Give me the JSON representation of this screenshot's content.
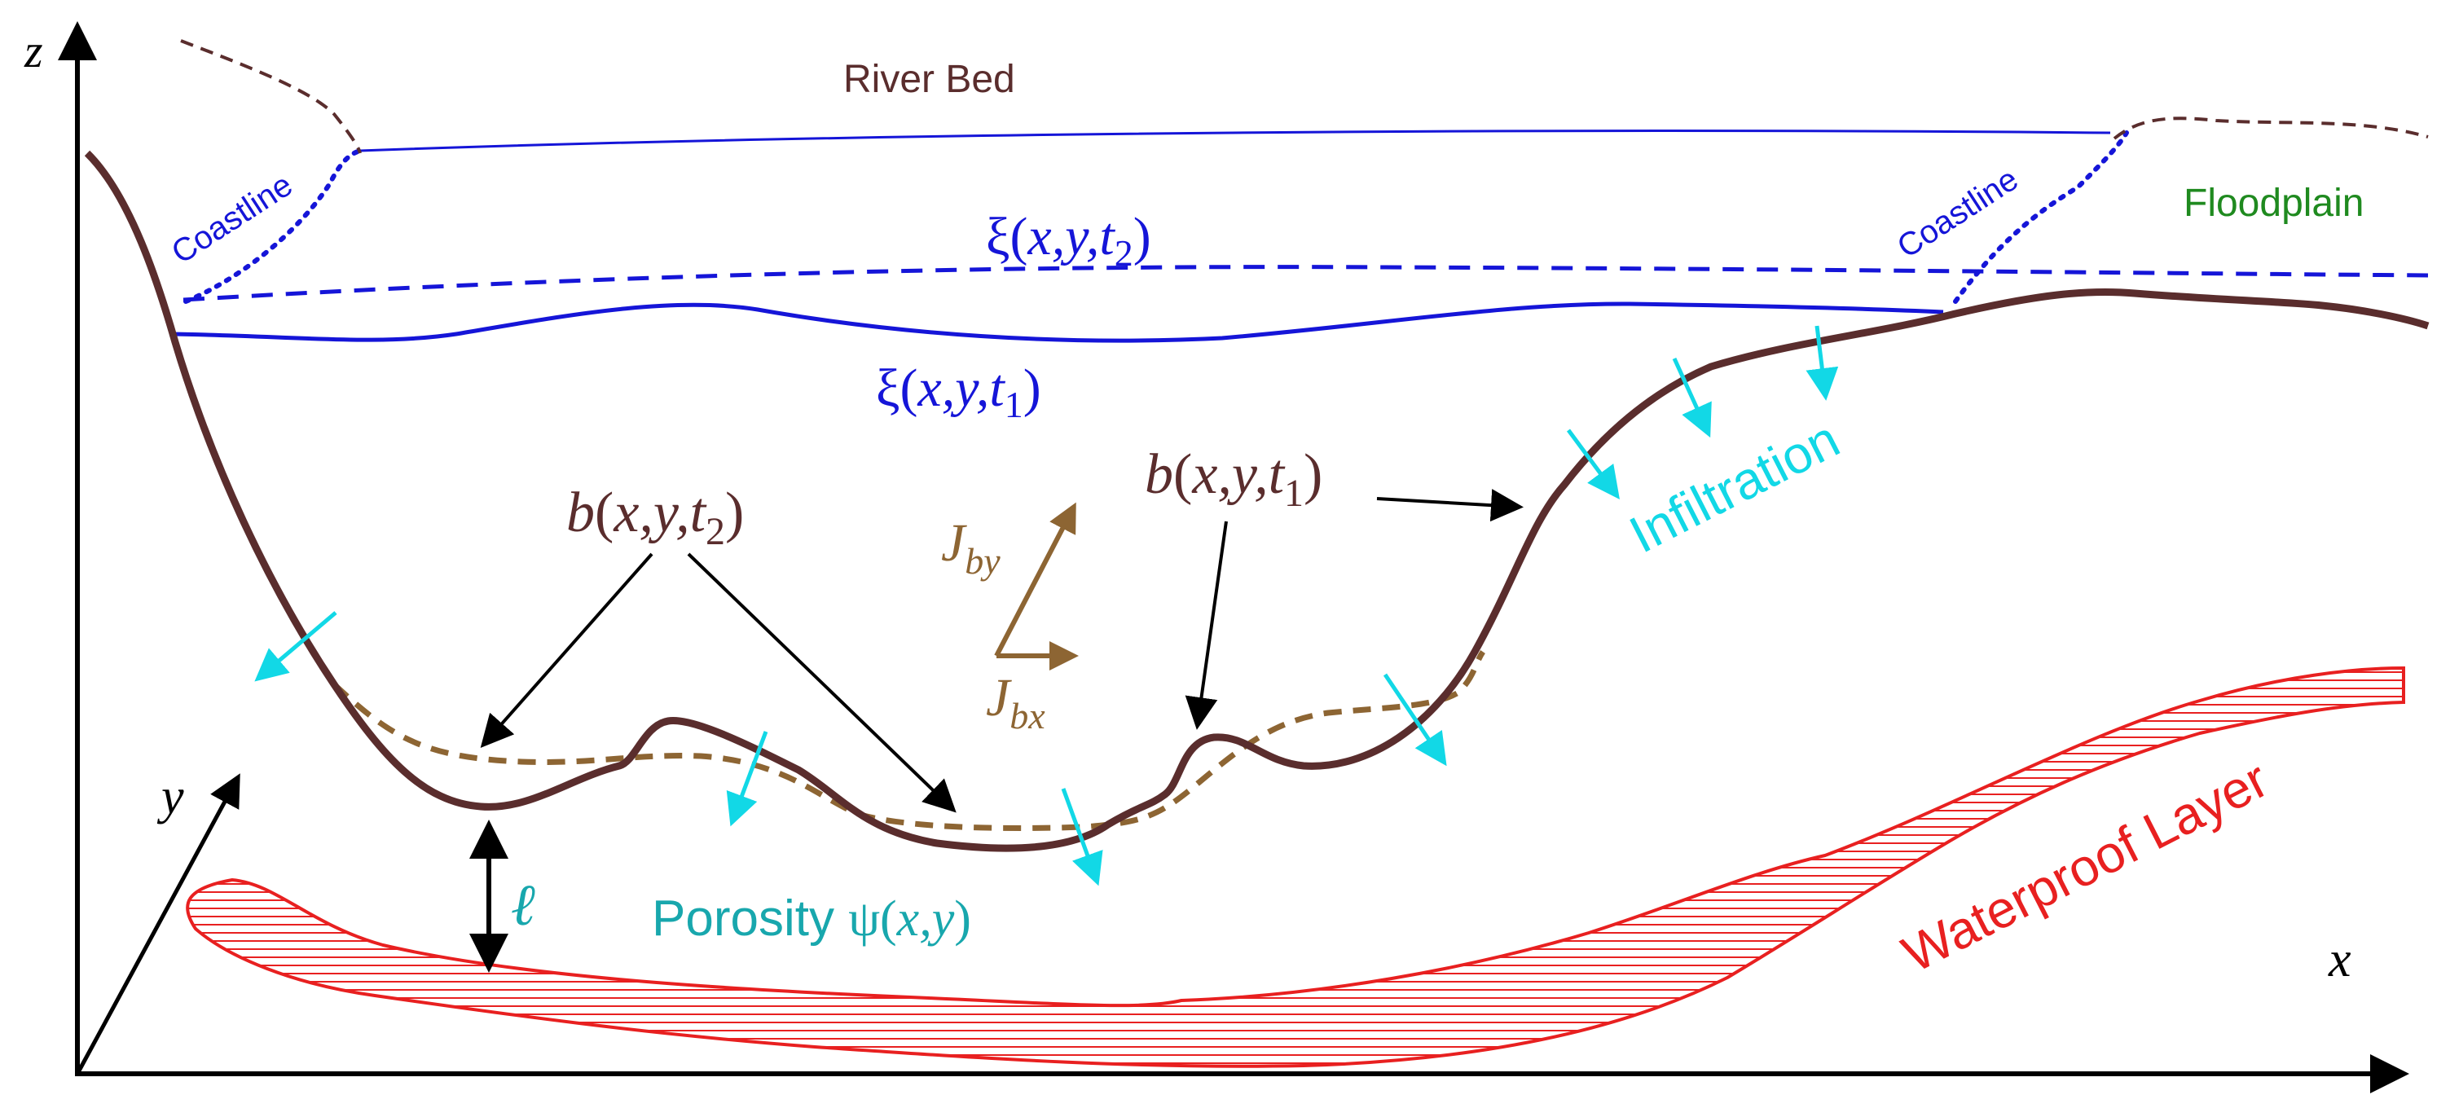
{
  "colors": {
    "axis": "#000000",
    "riverbed": "#5a2d2d",
    "water": "#1515d8",
    "flood": "#1f8a1f",
    "infiltration": "#12d8e6",
    "porosity": "#18a7ad",
    "waterproof": "#e82020",
    "flux": "#8d6533",
    "label_b": "#5a2d2d"
  },
  "icons": {
    "axis_arrow": "arrowhead-icon",
    "infiltration_arrow": "cyan-arrow-icon"
  },
  "axes": {
    "z": "z",
    "x": "x",
    "y": "y"
  },
  "labels": {
    "river_bed": "River Bed",
    "floodplain": "Floodplain",
    "coastline_left": "Coastline",
    "coastline_right": "Coastline",
    "infiltration": "Infiltration",
    "waterproof_layer": "Waterproof Layer",
    "porosity_word": "Porosity ",
    "ell": "ℓ"
  },
  "math": {
    "xi_t2": {
      "sym": "ξ",
      "open": "(",
      "args": "x,y,t",
      "sub": "2",
      "close": ")"
    },
    "xi_t1": {
      "sym": "ξ",
      "open": "(",
      "args": "x,y,t",
      "sub": "1",
      "close": ")"
    },
    "b_t2": {
      "sym": "b",
      "open": "(",
      "args": "x,y,t",
      "sub": "2",
      "close": ")"
    },
    "b_t1": {
      "sym": "b",
      "open": "(",
      "args": "x,y,t",
      "sub": "1",
      "close": ")"
    },
    "j_by": {
      "sym": "J",
      "sub": "by"
    },
    "j_bx": {
      "sym": "J",
      "sub": "bx"
    },
    "psi": {
      "sym": "ψ",
      "open": "(",
      "args": "x,y",
      "close": ")"
    }
  }
}
